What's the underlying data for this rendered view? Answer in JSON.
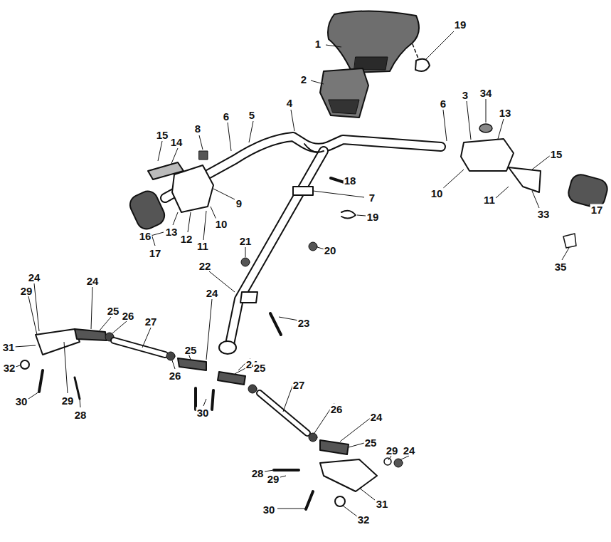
{
  "diagram": {
    "labels": [
      "19",
      "1",
      "2",
      "4",
      "34",
      "3",
      "6",
      "6",
      "13",
      "5",
      "8",
      "14",
      "15",
      "15",
      "18",
      "7",
      "9",
      "19",
      "10",
      "10",
      "11",
      "11",
      "33",
      "17",
      "16",
      "13",
      "12",
      "20",
      "21",
      "17",
      "22",
      "35",
      "24",
      "24",
      "29",
      "24",
      "25",
      "26",
      "27",
      "23",
      "24",
      "25",
      "31",
      "32",
      "25",
      "26",
      "27",
      "29",
      "30",
      "28",
      "30",
      "26",
      "24",
      "25",
      "29",
      "24",
      "28",
      "29",
      "31",
      "30",
      "32"
    ]
  }
}
